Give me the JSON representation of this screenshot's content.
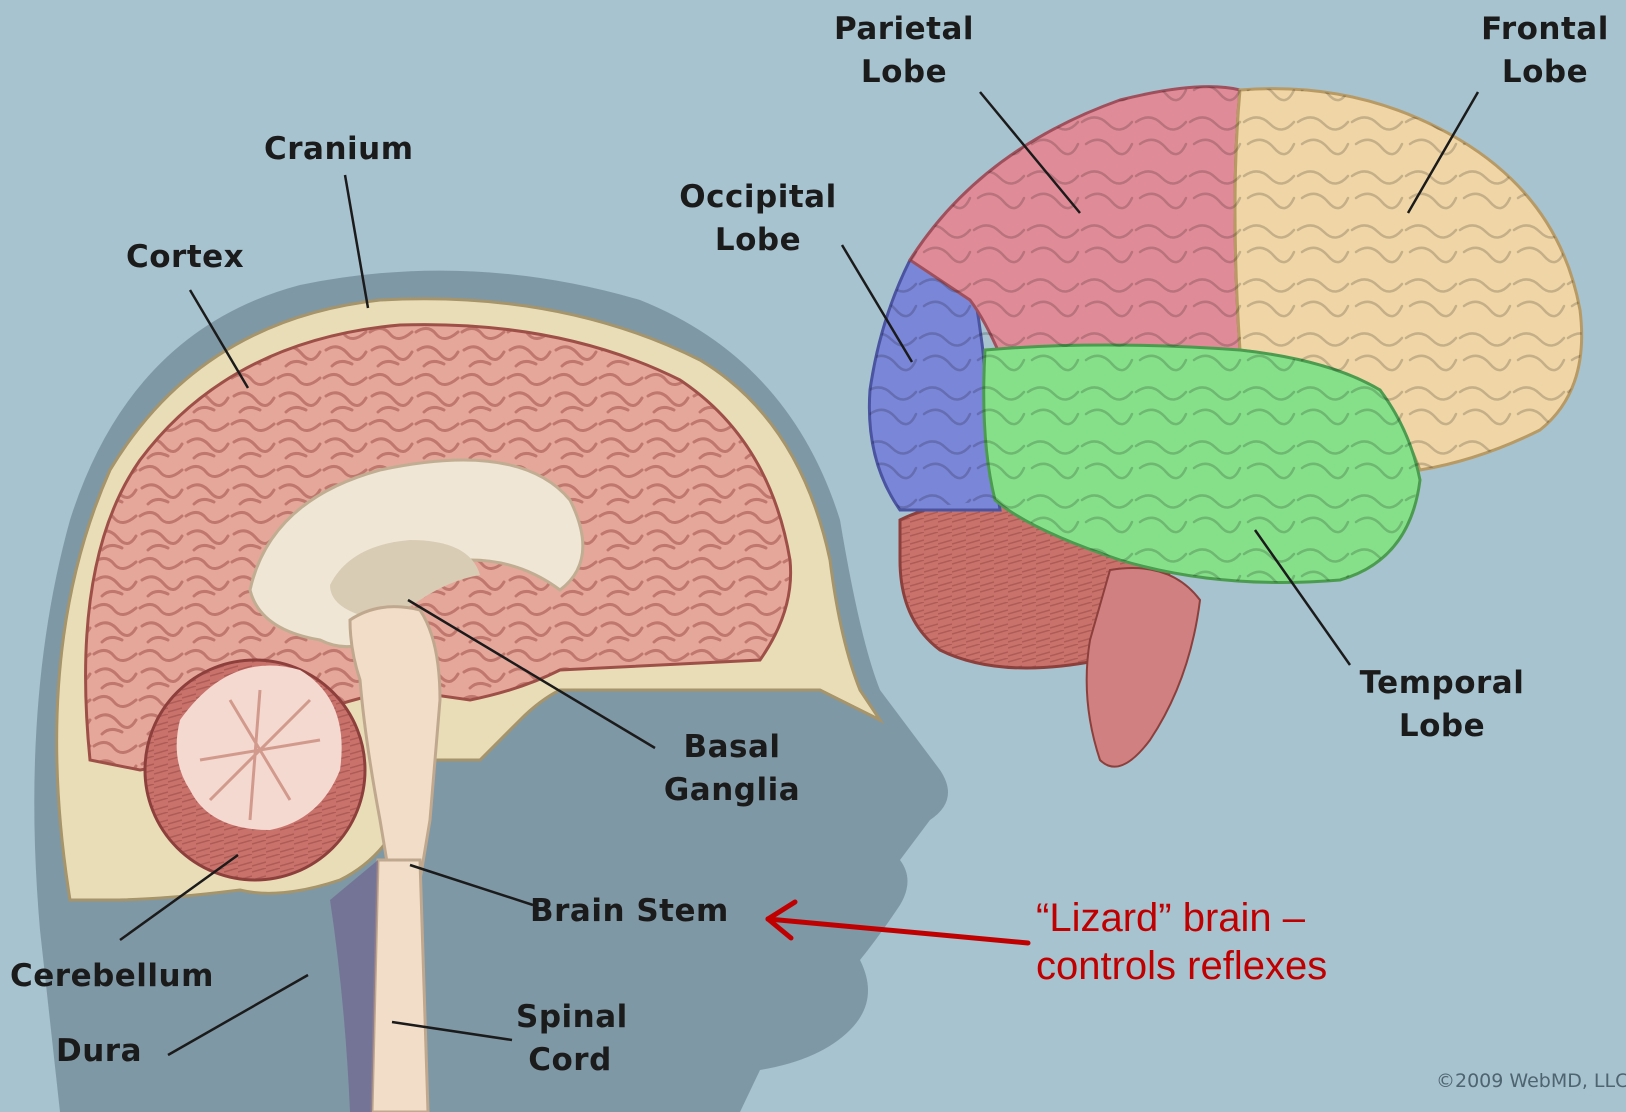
{
  "diagram": {
    "labels": {
      "parietal_lobe": "Parietal\nLobe",
      "frontal_lobe": "Frontal\nLobe",
      "cranium": "Cranium",
      "occipital_lobe": "Occipital\nLobe",
      "cortex": "Cortex",
      "temporal_lobe": "Temporal\nLobe",
      "basal_ganglia": "Basal\nGanglia",
      "brain_stem": "Brain Stem",
      "cerebellum": "Cerebellum",
      "dura": "Dura",
      "spinal_cord": "Spinal\nCord"
    },
    "annotation": "“Lizard” brain –\ncontrols reflexes",
    "copyright": "©2009 WebMD, LLC"
  },
  "colors": {
    "background": "#a7c3cf",
    "annotation_red": "#c00000",
    "parietal": "#e08c98",
    "frontal": "#f0d6a6",
    "occipital": "#7a86d8",
    "temporal": "#86e08a",
    "cerebellum": "#c9726c",
    "cortex": "#e6a79b"
  }
}
